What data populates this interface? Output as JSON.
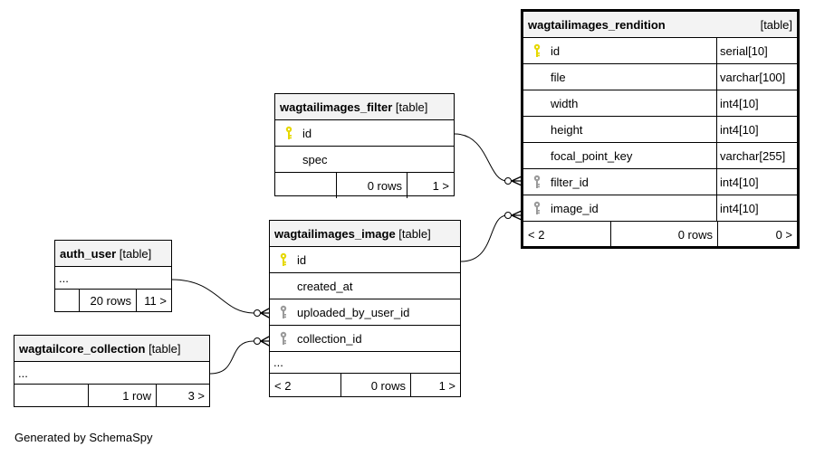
{
  "footer_text": "Generated by SchemaSpy",
  "colors": {
    "primary_key": "#e6d800",
    "foreign_key": "#9a9a9a",
    "header_bg": "#f3f3f3"
  },
  "tables": {
    "rendition": {
      "name": "wagtailimages_rendition",
      "kind": "[table]",
      "columns": [
        {
          "name": "id",
          "type": "serial[10]",
          "key": "primary-key-icon"
        },
        {
          "name": "file",
          "type": "varchar[100]",
          "key": ""
        },
        {
          "name": "width",
          "type": "int4[10]",
          "key": ""
        },
        {
          "name": "height",
          "type": "int4[10]",
          "key": ""
        },
        {
          "name": "focal_point_key",
          "type": "varchar[255]",
          "key": ""
        },
        {
          "name": "filter_id",
          "type": "int4[10]",
          "key": "foreign-key-icon"
        },
        {
          "name": "image_id",
          "type": "int4[10]",
          "key": "foreign-key-icon"
        }
      ],
      "footer": {
        "parents": "< 2",
        "rows": "0 rows",
        "children": "0 >"
      }
    },
    "filter": {
      "name": "wagtailimages_filter",
      "kind": "[table]",
      "columns": [
        {
          "name": "id",
          "key": "primary-key-icon"
        },
        {
          "name": "spec",
          "key": ""
        }
      ],
      "footer": {
        "parents": "",
        "rows": "0 rows",
        "children": "1 >"
      }
    },
    "image": {
      "name": "wagtailimages_image",
      "kind": "[table]",
      "columns": [
        {
          "name": "id",
          "key": "primary-key-icon"
        },
        {
          "name": "created_at",
          "key": ""
        },
        {
          "name": "uploaded_by_user_id",
          "key": "foreign-key-icon"
        },
        {
          "name": "collection_id",
          "key": "foreign-key-icon"
        }
      ],
      "more": "...",
      "footer": {
        "parents": "< 2",
        "rows": "0 rows",
        "children": "1 >"
      }
    },
    "auth_user": {
      "name": "auth_user",
      "kind": "[table]",
      "more": "...",
      "footer": {
        "parents": "",
        "rows": "20 rows",
        "children": "11 >"
      }
    },
    "collection": {
      "name": "wagtailcore_collection",
      "kind": "[table]",
      "more": "...",
      "footer": {
        "parents": "",
        "rows": "1 row",
        "children": "3 >"
      }
    }
  }
}
